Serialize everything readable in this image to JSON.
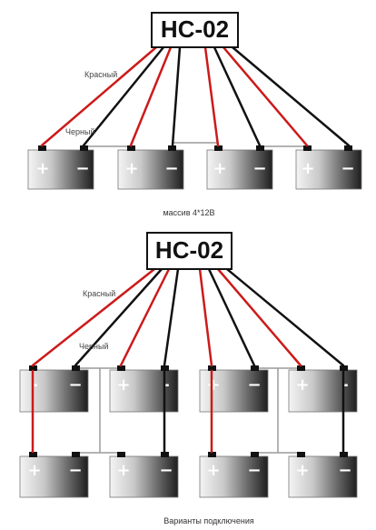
{
  "top": {
    "controller_label": "HC-02",
    "red_label": "Красный",
    "black_label": "Черный",
    "caption": "массив 4*12В"
  },
  "bottom": {
    "controller_label": "HC-02",
    "red_label": "Красный",
    "black_label": "Черный",
    "caption": "Варианты подключения"
  },
  "symbols": {
    "plus": "+",
    "minus": "−",
    "minus_alt": "-"
  },
  "colors": {
    "red_wire": "#cc1a1a",
    "black_wire": "#111111",
    "link_wire": "#9a9a9a"
  }
}
